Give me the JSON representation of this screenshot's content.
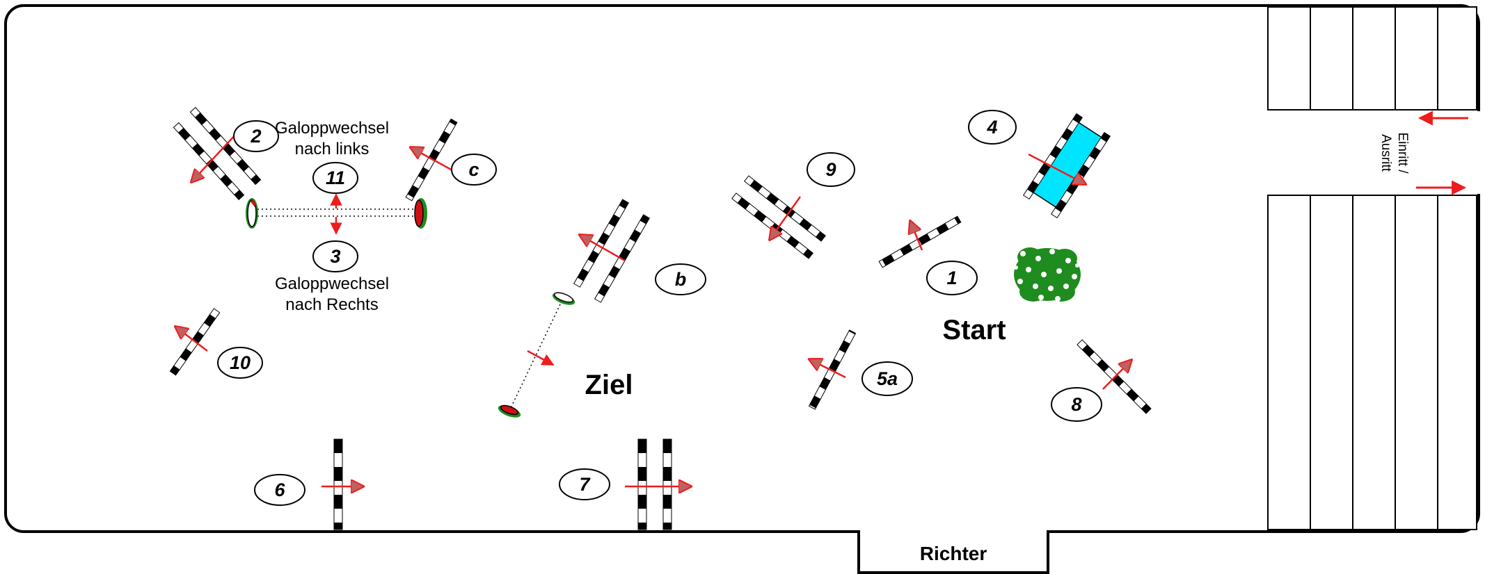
{
  "course": {
    "start_label": "Start",
    "finish_label": "Ziel",
    "judge_label": "Richter",
    "entrance_label_1": "Einritt /",
    "entrance_label_2": "Ausritt",
    "lead_change_left_1": "Galoppwechsel",
    "lead_change_left_2": "nach links",
    "lead_change_right_1": "Galoppwechsel",
    "lead_change_right_2": "nach Rechts"
  },
  "obstacles": {
    "o1": "1",
    "o2": "2",
    "o3": "3",
    "o4": "4",
    "o5a": "5a",
    "o6": "6",
    "o7": "7",
    "o8": "8",
    "o9": "9",
    "o10": "10",
    "o11": "11",
    "ob": "b",
    "oc": "c"
  },
  "colors": {
    "arrow": "#ee1c1c",
    "water": "#00e5ff",
    "hedge": "#1e8c1e",
    "flag": "#cc1111"
  },
  "icons": {
    "fence": "striped-pole",
    "flower": "flower-bush",
    "marker": "flag-marker"
  }
}
